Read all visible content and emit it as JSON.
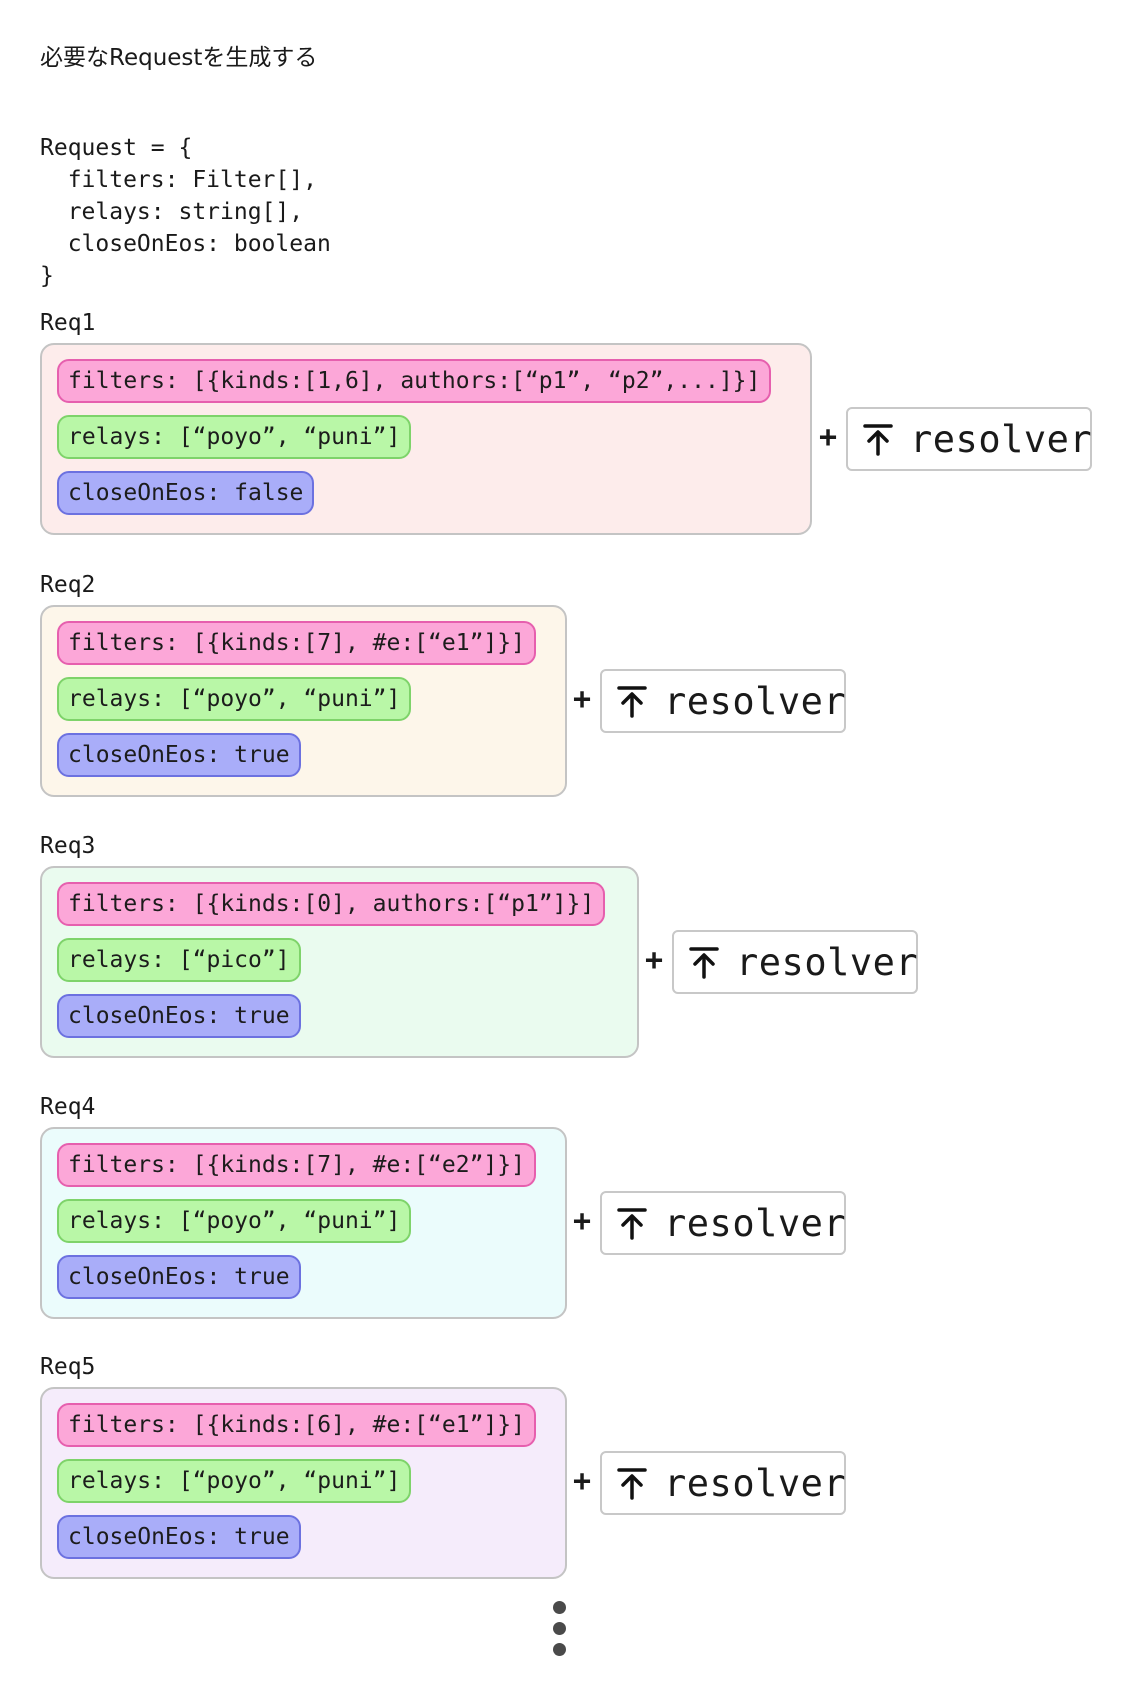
{
  "heading": "必要なRequestを生成する",
  "code_lines": [
    "Request = {",
    "  filters: Filter[],",
    "  relays: string[],",
    "  closeOnEos: boolean",
    "}"
  ],
  "plus_symbol": "+",
  "resolver_label": "resolver",
  "resolver_icon": "arrow-up-to-line-icon",
  "colors": {
    "filters_fill": "#fca7d8",
    "relays_fill": "#b9f7a7",
    "close_fill": "#a9adf9"
  },
  "requests": [
    {
      "label": "Req1",
      "bg": "#fdeceb",
      "filters": "filters: [{kinds:[1,6], authors:[“p1”, “p2”,...]}]",
      "relays": "relays: [“poyo”, “puni”]",
      "closeOnEos": "closeOnEos: false"
    },
    {
      "label": "Req2",
      "bg": "#fdf6ea",
      "filters": "filters: [{kinds:[7], #e:[“e1”]}]",
      "relays": "relays: [“poyo”, “puni”]",
      "closeOnEos": "closeOnEos: true"
    },
    {
      "label": "Req3",
      "bg": "#eafbef",
      "filters": "filters: [{kinds:[0], authors:[“p1”]}]",
      "relays": "relays: [“pico”]",
      "closeOnEos": "closeOnEos: true"
    },
    {
      "label": "Req4",
      "bg": "#ebfcfc",
      "filters": "filters: [{kinds:[7], #e:[“e2”]}]",
      "relays": "relays: [“poyo”, “puni”]",
      "closeOnEos": "closeOnEos: true"
    },
    {
      "label": "Req5",
      "bg": "#f5ecfb",
      "filters": "filters: [{kinds:[6], #e:[“e1”]}]",
      "relays": "relays: [“poyo”, “puni”]",
      "closeOnEos": "closeOnEos: true"
    }
  ]
}
